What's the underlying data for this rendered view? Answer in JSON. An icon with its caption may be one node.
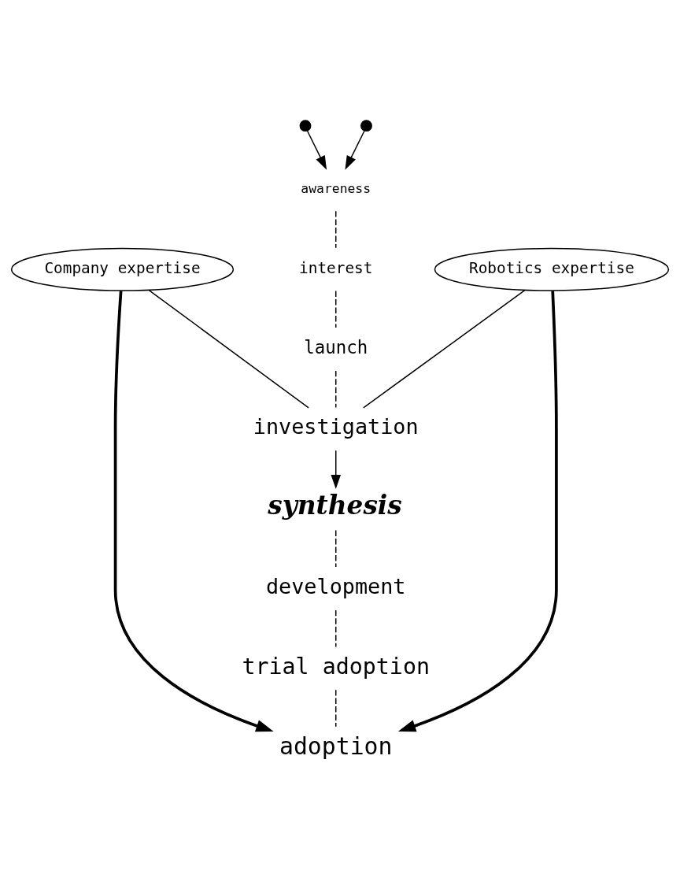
{
  "diagram": {
    "nodes": [
      {
        "text": [],
        "shape": "circle"
      },
      {
        "text": [],
        "shape": "circle"
      },
      {
        "text": [
          "awareness"
        ]
      },
      {
        "text": [
          "Company expertise"
        ]
      },
      {
        "text": [
          "interest"
        ]
      },
      {
        "text": [
          "Robotics expertise"
        ]
      },
      {
        "text": [
          "launch"
        ]
      },
      {
        "text": [
          "investigation"
        ]
      },
      {
        "text": [
          "synthesis"
        ]
      },
      {
        "text": [
          "development"
        ]
      },
      {
        "text": [
          "trial adoption"
        ]
      },
      {
        "text": [
          "adoption"
        ]
      }
    ],
    "edges": [
      {
        "from": 0,
        "to": 2,
        "arrow": "to"
      },
      {
        "from": 1,
        "to": 2,
        "arrow": "to"
      },
      {
        "from": 2,
        "to": 4,
        "arrow": "none",
        "style": "dashed"
      },
      {
        "from": 4,
        "to": 6,
        "arrow": "none",
        "style": "dashed"
      },
      {
        "from": 6,
        "to": 7,
        "arrow": "none",
        "style": "dashed"
      },
      {
        "from": 7,
        "to": 8,
        "arrow": "to"
      },
      {
        "from": 8,
        "to": 9,
        "arrow": "none",
        "style": "dashed"
      },
      {
        "from": 9,
        "to": 10,
        "arrow": "none",
        "style": "dashed"
      },
      {
        "from": 10,
        "to": 11,
        "arrow": "none",
        "style": "dashed"
      },
      {
        "from": 3,
        "to": 7,
        "arrow": "none"
      },
      {
        "from": 5,
        "to": 7,
        "arrow": "none"
      },
      {
        "from": 3,
        "to": 11,
        "arrow": "to",
        "style": "thick"
      },
      {
        "from": 5,
        "to": 11,
        "arrow": "to",
        "style": "thick"
      }
    ]
  }
}
